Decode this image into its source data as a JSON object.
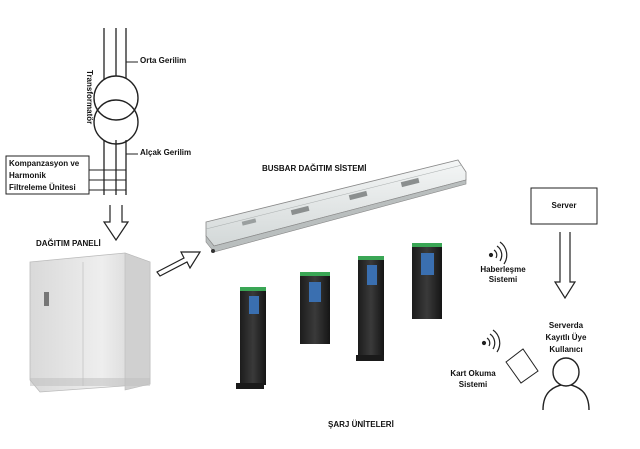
{
  "labels": {
    "orta_gerilim": "Orta Gerilim",
    "transformator": "Transformatör",
    "alcak_gerilim": "Alçak Gerilim",
    "kompanzasyon_line1": "Kompanzasyon ve",
    "kompanzasyon_line2": "Harmonik",
    "kompanzasyon_line3": "Filtreleme Ünitesi",
    "dagitim_paneli": "DAĞITIM PANELİ",
    "busbar": "BUSBAR DAĞITIM SİSTEMİ",
    "sarj_uniteleri": "ŞARJ ÜNİTELERİ",
    "haberlesme_line1": "Haberleşme",
    "haberlesme_line2": "Sistemi",
    "server": "Server",
    "serverda_line1": "Serverda",
    "serverda_line2": "Kayıtlı Üye",
    "serverda_line3": "Kullanıcı",
    "kart_line1": "Kart Okuma",
    "kart_line2": "Sistemi"
  },
  "colors": {
    "line": "#222222",
    "cabinet": "#e6e6e6",
    "charger_body": "#2a2a2a",
    "charger_accent": "#3aa655",
    "screen": "#3a6fb0",
    "busbar": "#e9ecec"
  }
}
